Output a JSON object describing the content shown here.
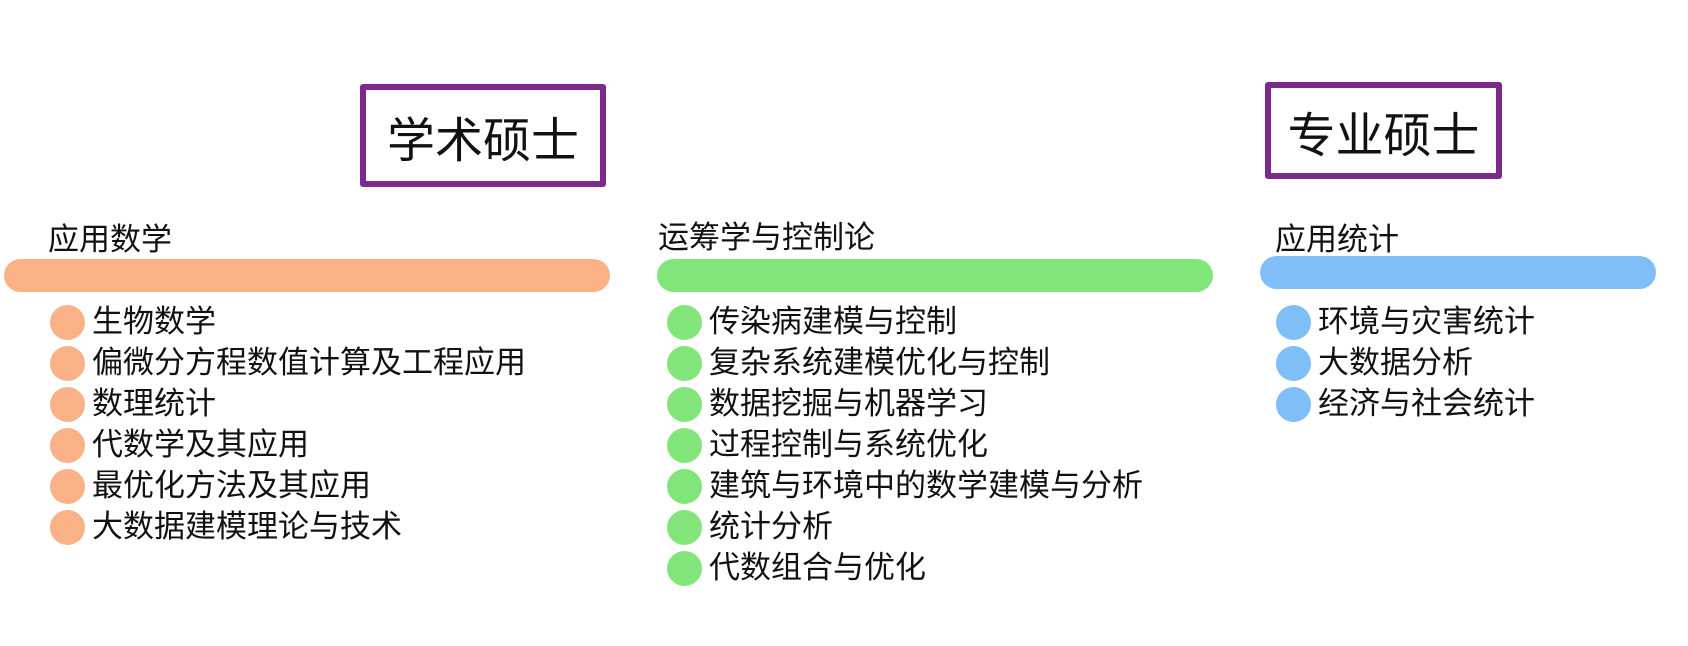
{
  "titles": {
    "academic": "学术硕士",
    "professional": "专业硕士"
  },
  "colors": {
    "frame": "#7B2A8B",
    "math": "#F9B185",
    "or": "#82E57A",
    "stat": "#7FBEF7"
  },
  "columns": [
    {
      "heading": "应用数学",
      "items": [
        "生物数学",
        "偏微分方程数值计算及工程应用",
        "数理统计",
        "代数学及其应用",
        "最优化方法及其应用",
        "大数据建模理论与技术"
      ]
    },
    {
      "heading": "运筹学与控制论",
      "items": [
        "传染病建模与控制",
        "复杂系统建模优化与控制",
        "数据挖掘与机器学习",
        "过程控制与系统优化",
        "建筑与环境中的数学建模与分析",
        "统计分析",
        "代数组合与优化"
      ]
    },
    {
      "heading": "应用统计",
      "items": [
        "环境与灾害统计",
        "大数据分析",
        "经济与社会统计"
      ]
    }
  ]
}
